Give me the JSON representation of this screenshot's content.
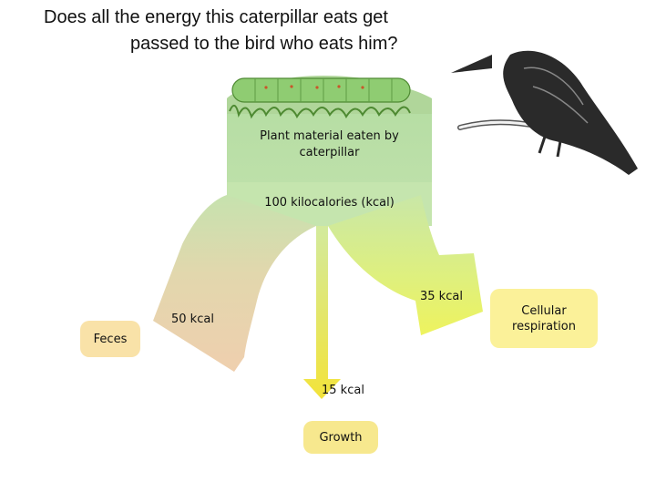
{
  "title": {
    "line1": "Does all the energy this caterpillar eats get",
    "line2": "passed to the bird who eats him?"
  },
  "diagram": {
    "source_box": {
      "line1": "Plant material eaten by",
      "line2": "caterpillar",
      "color": "#b9dfa6"
    },
    "total_label": "100 kilocalories (kcal)",
    "flows": [
      {
        "id": "feces",
        "amount_label": "50 kcal",
        "box_label": "Feces",
        "color": "#e9d3a8",
        "box_color": "#f9e2a8"
      },
      {
        "id": "respiration",
        "amount_label": "35 kcal",
        "box_label_line1": "Cellular",
        "box_label_line2": "respiration",
        "color": "#eef36a",
        "box_color": "#fbf199"
      },
      {
        "id": "growth",
        "amount_label": "15 kcal",
        "box_label": "Growth",
        "color": "#f2e65a",
        "box_color": "#f7e88e"
      }
    ]
  },
  "illustrations": [
    "caterpillar-on-leaf",
    "crow-on-branch"
  ]
}
